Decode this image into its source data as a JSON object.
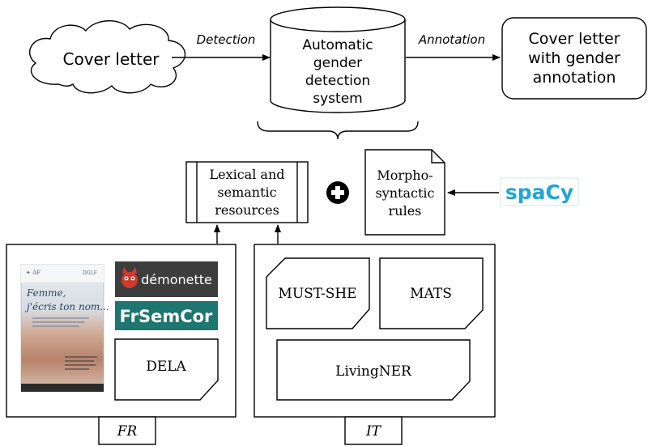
{
  "nodes": {
    "cover_letter": "Cover letter",
    "system": [
      "Automatic",
      "gender",
      "detection",
      "system"
    ],
    "output": [
      "Cover letter",
      "with gender",
      "annotation"
    ],
    "lexical": [
      "Lexical and",
      "semantic",
      "resources"
    ],
    "morpho": [
      "Morpho-",
      "syntactic",
      "rules"
    ]
  },
  "edges": {
    "detection": "Detection",
    "annotation": "Annotation"
  },
  "logos": {
    "spacy": "spaCy",
    "demonette": "démonette",
    "frsemcor": "FrSemCor",
    "book_title": [
      "Femme,",
      "j'écris ton nom..."
    ]
  },
  "fr_group": {
    "label": "FR",
    "items": [
      "DELA"
    ]
  },
  "it_group": {
    "label": "IT",
    "items": [
      "MUST-SHE",
      "MATS",
      "LivingNER"
    ]
  },
  "colors": {
    "spacy": "#1fa6d8",
    "demonette_bg": "#3d3d3d",
    "demonette_mascot": "#d23a2a",
    "frsemcor_bg": "#1e7670",
    "book_sky": "#dfe6ea",
    "book_sand": "#c9a088"
  }
}
